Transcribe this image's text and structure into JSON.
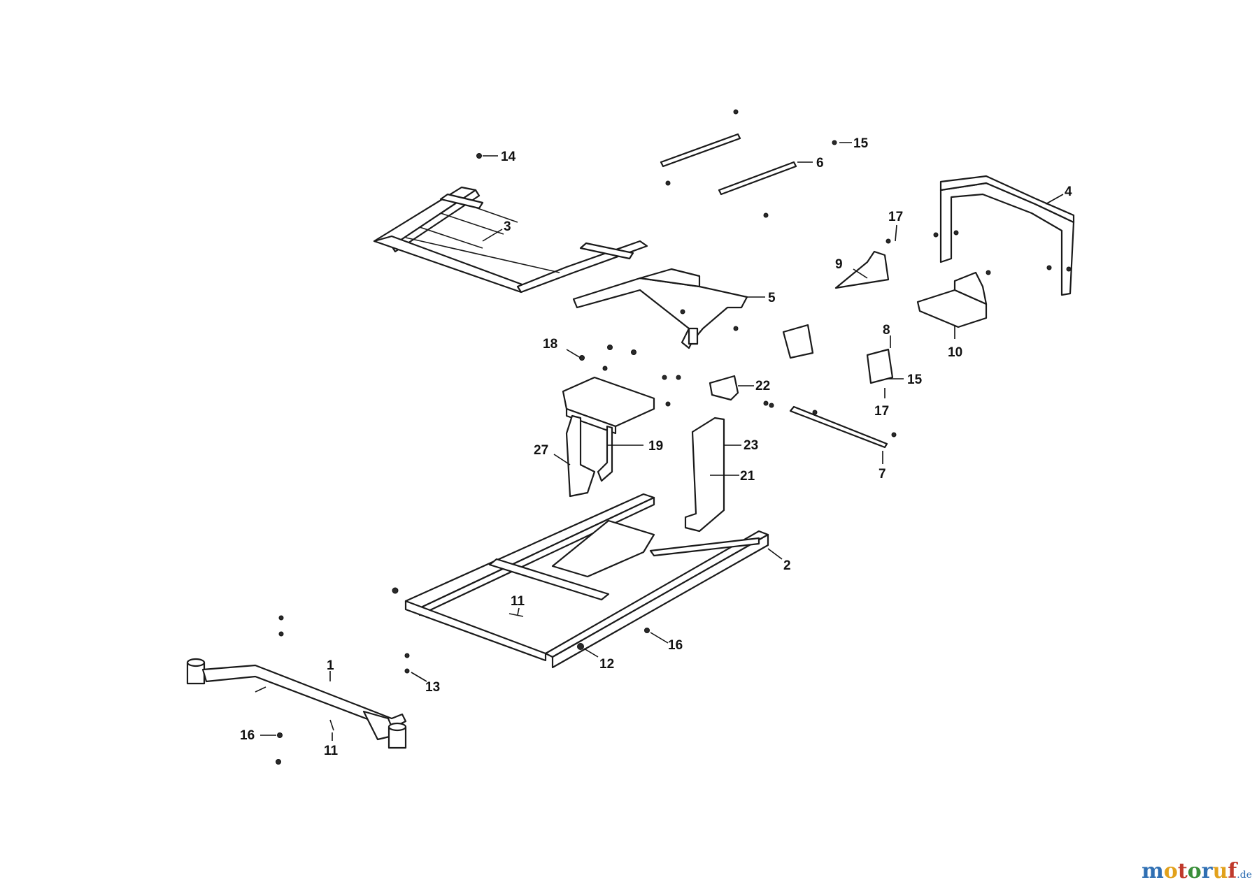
{
  "callouts": [
    "1",
    "2",
    "3",
    "4",
    "5",
    "6",
    "7",
    "8",
    "9",
    "10",
    "11",
    "11",
    "12",
    "13",
    "14",
    "15",
    "15",
    "16",
    "16",
    "17",
    "17",
    "18",
    "19",
    "21",
    "22",
    "23",
    "27"
  ],
  "watermark": {
    "brand": "motoruf",
    "domain": ".de",
    "colors": [
      "#2f6fb3",
      "#e2a11b",
      "#c0392b",
      "#3a8f3a"
    ]
  }
}
